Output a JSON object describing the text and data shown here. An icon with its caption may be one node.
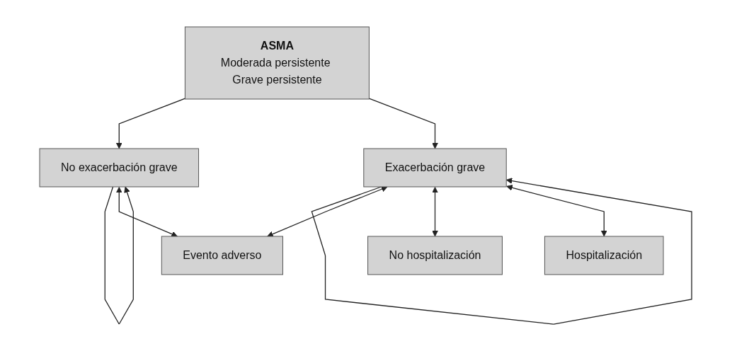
{
  "diagram": {
    "nodes": [
      {
        "text": [
          "ASMA",
          "Moderada persistente Grave persistente"
        ]
      },
      {
        "text": [
          "No exacerbación grave"
        ]
      },
      {
        "text": [
          "Exacerbación grave"
        ]
      },
      {
        "text": [
          "Evento adverso"
        ]
      },
      {
        "text": [
          "No hospitalización"
        ]
      },
      {
        "text": [
          "Hospitalización"
        ]
      }
    ],
    "edges": [
      {
        "from": 0,
        "to": 1,
        "arrow": "to"
      },
      {
        "from": 0,
        "to": 2,
        "arrow": "to"
      },
      {
        "from": 1,
        "to": 1,
        "arrow": "to"
      },
      {
        "from": 2,
        "to": 2,
        "arrow": "to"
      },
      {
        "from": 1,
        "to": 3,
        "arrow": "both"
      },
      {
        "from": 2,
        "to": 3,
        "arrow": "both"
      },
      {
        "from": 2,
        "to": 4,
        "arrow": "both"
      },
      {
        "from": 2,
        "to": 5,
        "arrow": "both"
      }
    ]
  }
}
